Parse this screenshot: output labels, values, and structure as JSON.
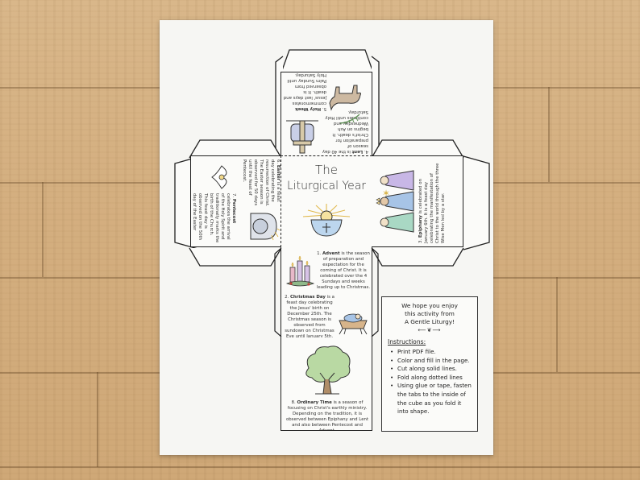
{
  "title": {
    "line1": "The",
    "line2": "Liturgical Year"
  },
  "sections": {
    "advent": {
      "number": "1.",
      "name": "Advent",
      "text": "is the season of preparation and expectation for the coming of Christ. It is celebrated over the 4 Sundays and weeks leading up to Christmas."
    },
    "christmas": {
      "number": "2.",
      "name": "Christmas Day",
      "text": "is a feast day celebrating the Jesus' birth on December 25th. The Christmas season is observed from sundown on Christmas Eve until January 5th."
    },
    "epiphany": {
      "number": "3.",
      "name": "Epiphany",
      "text": "is celebrated on January 6th. It is a feast day celebrating the manifestation of Christ to the world through the three Wise Men led by a star."
    },
    "lent": {
      "number": "4.",
      "name": "Lent",
      "text": "is the 40 day season of preparation for Christ's death. It begins on Ash Wednesday and continues until Holy Saturday."
    },
    "holy_week": {
      "number": "5.",
      "name": "Holy Week",
      "text": "commemorates Jesus' last days and death. It is observed from Palm Sunday until Holy Saturday."
    },
    "easter": {
      "number": "6.",
      "name": "Easter",
      "text": "is a feast day celebrating the resurrection of Christ. The Easter season is observed for 50 days until the feast of Pentecost."
    },
    "pentecost": {
      "number": "7.",
      "name": "Pentecost",
      "text": "celebrates the arrival of the Holy Spirit and traditionally marks the birth of the Church. This feast day is observed on the 50th day of the Easter season."
    },
    "ordinary": {
      "number": "8.",
      "name": "Ordinary Time",
      "text": "is a season of focusing on Christ's earthly ministry. Depending on the tradition, it is observed between Epiphany and Lent and also between Pentecost and Advent."
    }
  },
  "info_box": {
    "line1": "We hope you enjoy",
    "line2": "this activity from",
    "line3": "A Gentle Liturgy!",
    "instructions_heading": "Instructions:",
    "steps": [
      "Print PDF file.",
      "Color and fill in the page.",
      "Cut along solid lines.",
      "Fold along dotted lines",
      "Using glue or tape, fasten the tabs to the inside of the cube as you fold it into shape."
    ]
  },
  "colors": {
    "wood": "#d4af80",
    "paper": "#f6f6f3",
    "line": "#222222",
    "halo": "#f2d98a",
    "bowl": "#bcd6ee",
    "robe_green": "#a9d8c4",
    "robe_blue": "#a7c4e6",
    "robe_purple": "#c8b7e6",
    "tree": "#b9d9a3"
  },
  "icons": [
    "candles-icon",
    "manger-icon",
    "wise-men-icon",
    "star-icon",
    "cross-icon",
    "donkey-icon",
    "palm-icon",
    "tomb-icon",
    "dove-icon",
    "chalice-icon",
    "tree-icon",
    "laurel-icon"
  ]
}
